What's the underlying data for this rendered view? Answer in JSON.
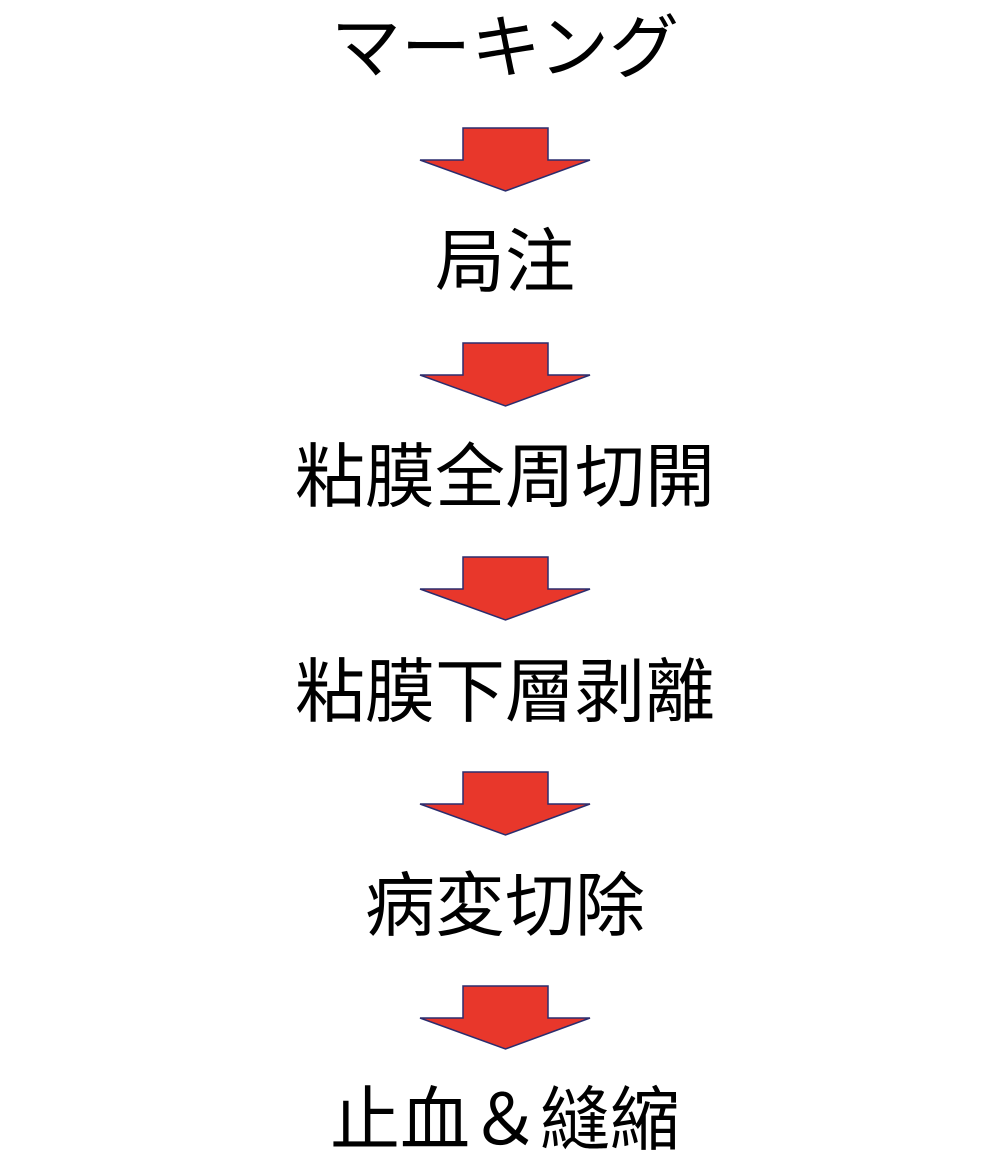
{
  "steps": [
    {
      "label": "マーキング"
    },
    {
      "label": "局注"
    },
    {
      "label": "粘膜全周切開"
    },
    {
      "label": "粘膜下層剥離"
    },
    {
      "label": "病変切除"
    },
    {
      "label": "止血＆縫縮"
    }
  ],
  "colors": {
    "text": "#000000",
    "arrow_fill": "#e8372b",
    "arrow_stroke": "#2b2d6e"
  }
}
